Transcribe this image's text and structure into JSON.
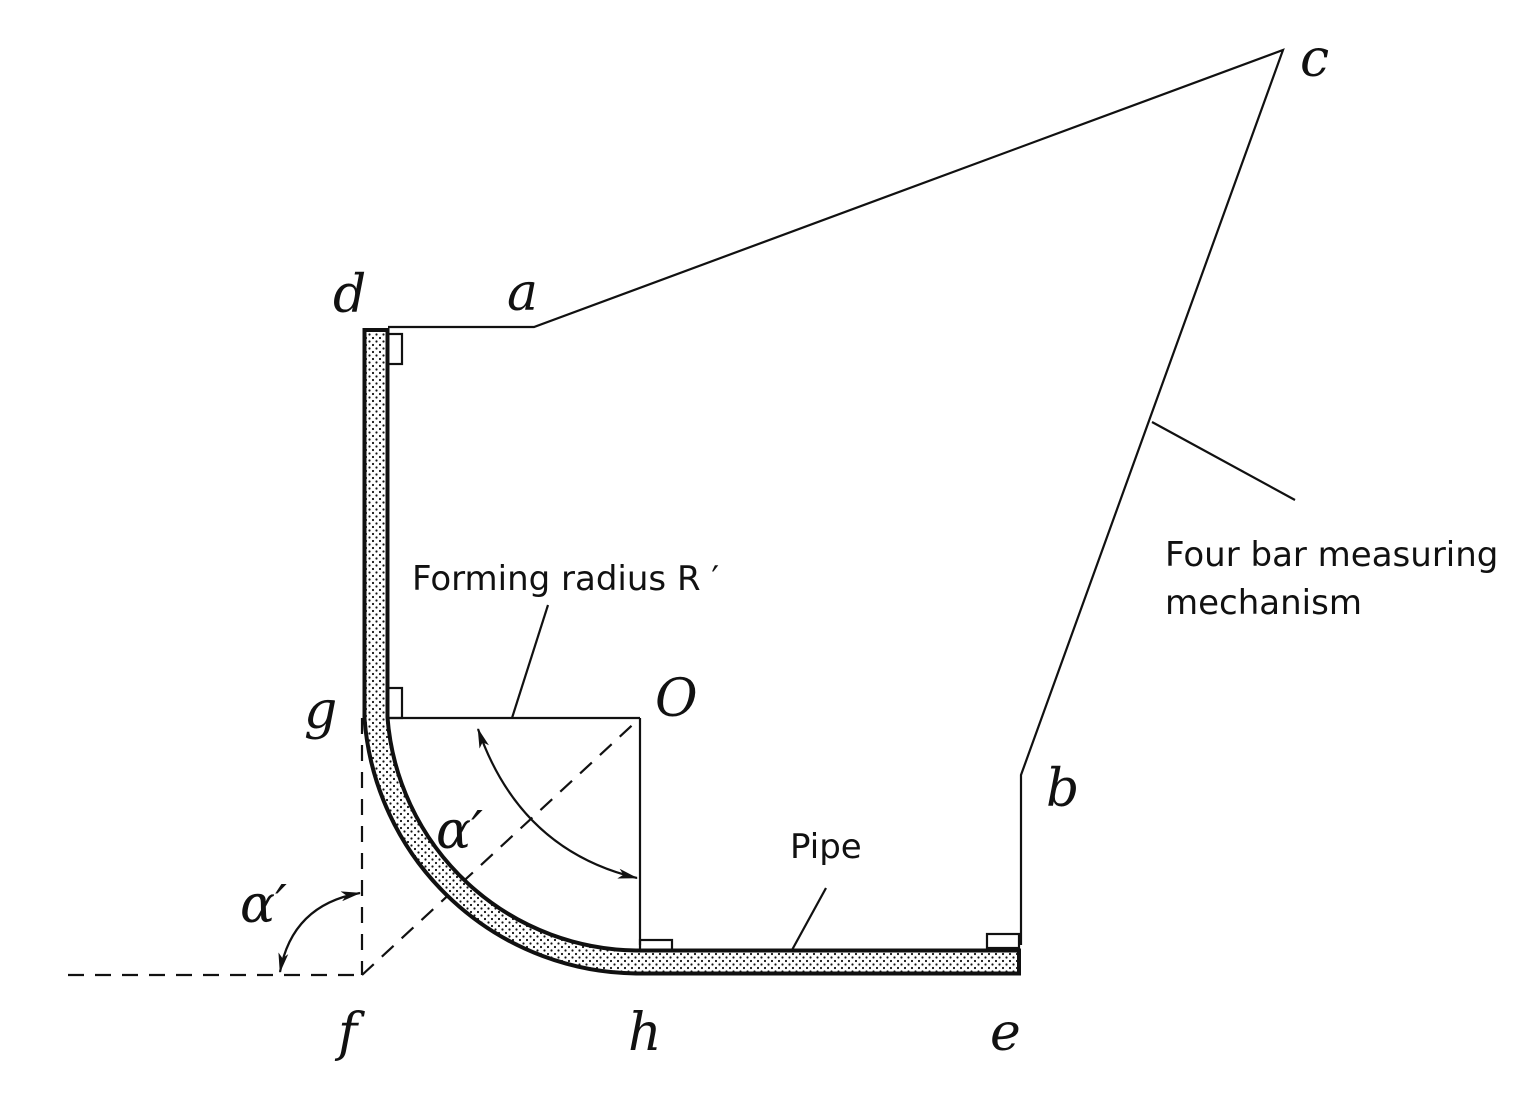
{
  "labels": {
    "d": "d",
    "a": "a",
    "c": "c",
    "b": "b",
    "g": "g",
    "O": "O",
    "f": "f",
    "h": "h",
    "e": "e",
    "alpha_center": "α′",
    "alpha_left": "α′"
  },
  "annotations": {
    "forming_radius": "Forming radius R ′",
    "pipe": "Pipe",
    "mechanism_line1": "Four bar measuring",
    "mechanism_line2": "mechanism"
  }
}
